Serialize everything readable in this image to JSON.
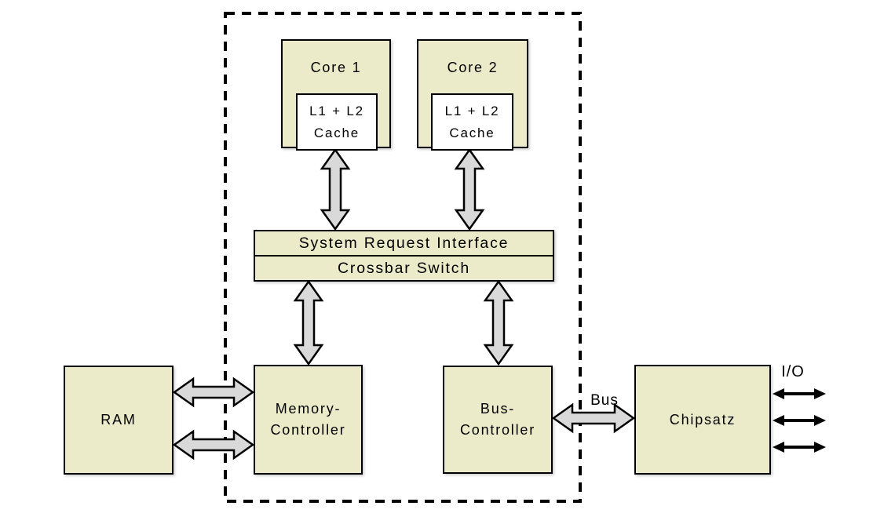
{
  "colors": {
    "box_fill": "#ebebca",
    "cache_fill": "#ffffff",
    "arrow_fill": "#d9d9d9",
    "outline": "#000000"
  },
  "nodes": {
    "core1": {
      "label": "Core 1"
    },
    "core2": {
      "label": "Core 2"
    },
    "cache1": {
      "line1": "L1 + L2",
      "line2": "Cache"
    },
    "cache2": {
      "line1": "L1 + L2",
      "line2": "Cache"
    },
    "system_request_interface": {
      "label": "System Request Interface"
    },
    "crossbar_switch": {
      "label": "Crossbar Switch"
    },
    "memory_controller": {
      "line1": "Memory-",
      "line2": "Controller"
    },
    "bus_controller": {
      "line1": "Bus-",
      "line2": "Controller"
    },
    "ram": {
      "label": "RAM"
    },
    "chipset": {
      "label": "Chipsatz"
    }
  },
  "labels": {
    "bus": "Bus",
    "io": "I/O"
  }
}
